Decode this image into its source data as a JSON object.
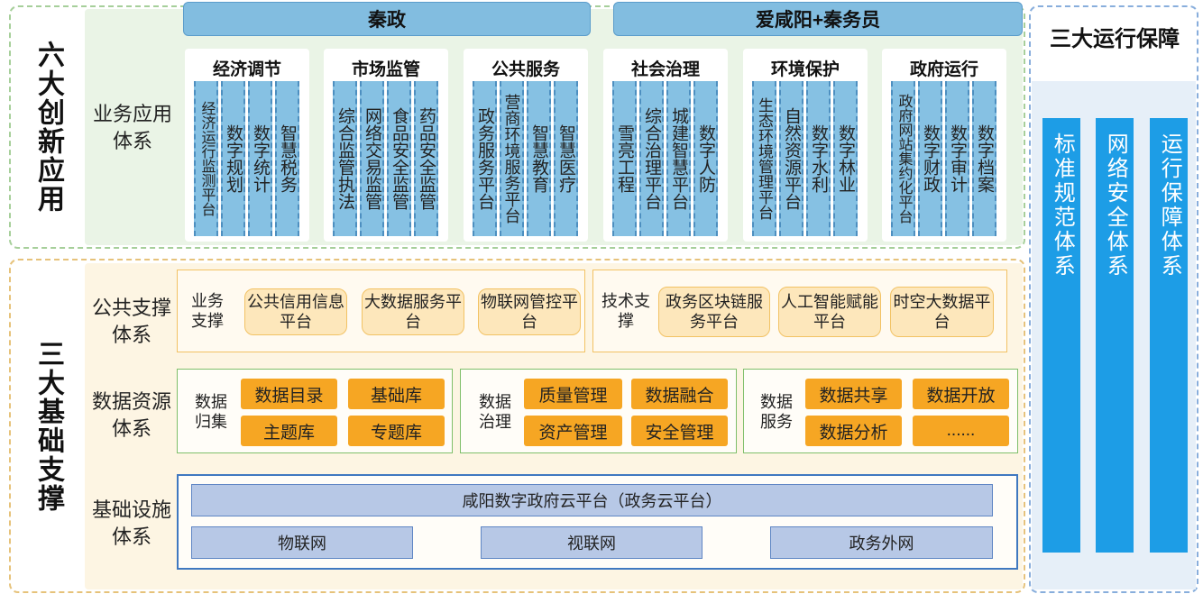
{
  "innovation": {
    "title": "六大创新应用",
    "banners": [
      "秦政",
      "爱咸阳+秦务员"
    ],
    "system_label": "业务应用体系",
    "categories": [
      {
        "title": "经济调节",
        "items": [
          "经济运行监测平台",
          "数字规划",
          "数字统计",
          "智慧税务"
        ]
      },
      {
        "title": "市场监管",
        "items": [
          "综合监管执法",
          "网络交易监管",
          "食品安全监管",
          "药品安全监管"
        ]
      },
      {
        "title": "公共服务",
        "items": [
          "政务服务平台",
          "营商环境服务平台",
          "智慧教育",
          "智慧医疗"
        ]
      },
      {
        "title": "社会治理",
        "items": [
          "雪亮工程",
          "综合治理平台",
          "城建智慧平台",
          "数字人防"
        ]
      },
      {
        "title": "环境保护",
        "items": [
          "生态环境管理平台",
          "自然资源平台",
          "数字水利",
          "数字林业"
        ]
      },
      {
        "title": "政府运行",
        "items": [
          "政府网站集约化平台",
          "数字财政",
          "数字审计",
          "数字档案"
        ]
      }
    ]
  },
  "foundation": {
    "title": "三大基础支撑",
    "public_support": {
      "label": "公共支撑体系",
      "business": {
        "label": "业务支撑",
        "items": [
          "公共信用信息平台",
          "大数据服务平台",
          "物联网管控平台"
        ]
      },
      "technical": {
        "label": "技术支撑",
        "items": [
          "政务区块链服务平台",
          "人工智能赋能平台",
          "时空大数据平台"
        ]
      }
    },
    "data_resources": {
      "label": "数据资源体系",
      "groups": [
        {
          "label": "数据归集",
          "items": [
            "数据目录",
            "基础库",
            "主题库",
            "专题库"
          ]
        },
        {
          "label": "数据治理",
          "items": [
            "质量管理",
            "数据融合",
            "资产管理",
            "安全管理"
          ]
        },
        {
          "label": "数据服务",
          "items": [
            "数据共享",
            "数据开放",
            "数据分析",
            "......"
          ]
        }
      ]
    },
    "infrastructure": {
      "label": "基础设施体系",
      "cloud": "咸阳数字政府云平台（政务云平台）",
      "networks": [
        "物联网",
        "视联网",
        "政务外网"
      ]
    }
  },
  "operations": {
    "title": "三大运行保障",
    "items": [
      "标准规范体系",
      "网络安全体系",
      "运行保障体系"
    ]
  },
  "colors": {
    "banner_blue": "#82bde0",
    "app_column_blue": "#86c1e3",
    "guard_blue": "#1d9de6",
    "orange": "#f6a623",
    "pill_fill": "#fde7bb",
    "infra_fill": "#b7c8e6"
  }
}
